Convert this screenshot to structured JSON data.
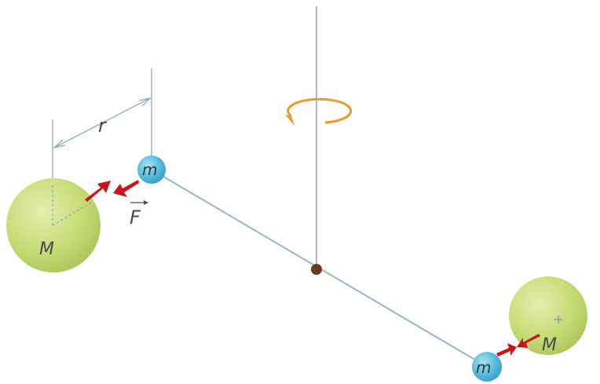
{
  "diagram": {
    "labels": {
      "big_mass_left": "M",
      "big_mass_right": "M",
      "small_mass_left": "m",
      "small_mass_right": "m",
      "distance": "r",
      "force": "F"
    },
    "colors": {
      "big_sphere": "#c6da73",
      "small_sphere": "#4fb9d9",
      "rod": "#9eb4c2",
      "fiber": "#8fa3b0",
      "force_arrow": "#c8141a",
      "rotation_arrow": "#ee9a2a",
      "pivot": "#6b3a22"
    },
    "icons": {
      "rotation": "circular-arrow-icon",
      "force": "double-arrow-icon"
    }
  }
}
